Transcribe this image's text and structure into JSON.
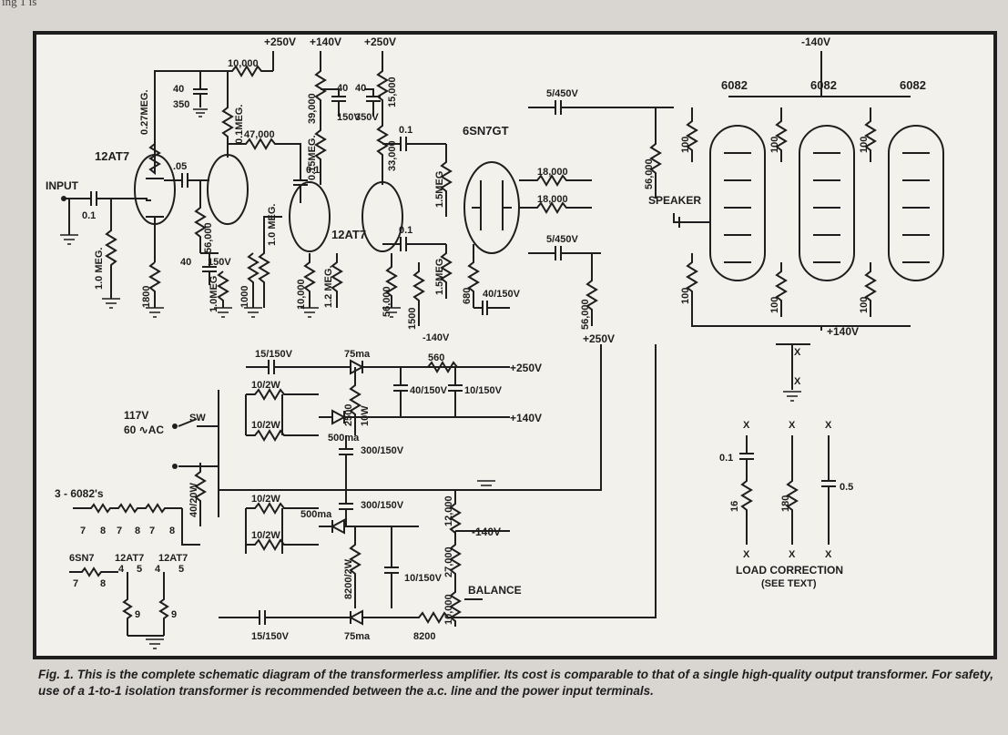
{
  "figure": {
    "caption": "Fig. 1. This is the complete schematic diagram of the transformerless amplifier. Its cost is comparable to that of a single high-quality output transformer. For safety, use of a 1-to-1 isolation transformer is recommended between the a.c. line and the power input terminals.",
    "header_fragment": "ing 1 is"
  },
  "background_text": {
    "left_column": "",
    "right_column": ""
  },
  "tubes": {
    "t1": "12AT7",
    "t2": "12AT7",
    "t3": "6SN7GT",
    "out1": "6082",
    "out2": "6082",
    "out3": "6082"
  },
  "supply_labels": {
    "b250_a": "+250V",
    "b140_a": "+140V",
    "b250_b": "+250V",
    "m140_top": "-140V",
    "b250_out": "+250V",
    "b140_out": "+140V",
    "m140_mid": "-140V",
    "ps_250": "+250V",
    "ps_140": "+140V",
    "ps_m140": "-140V"
  },
  "components": {
    "c_in": "0.1",
    "r_grid": "1.0 MEG.",
    "r_k1": "1800",
    "r_p1": "0.27MEG.",
    "c_dec1": "40",
    "c_dec1_v": "350",
    "c_couple1": ".05",
    "r_10000": "10,000",
    "r_01meg": "0.1MEG.",
    "r_47000": "47,000",
    "c_01a": "0.1",
    "r_56000": "56,000",
    "c_40_150": "40",
    "c_40_150v": "150V",
    "r_1meg_b": "1.0MEG",
    "r_1000": "1000",
    "r_39000": "39,000",
    "c_40b": "40",
    "c_40b_v": "150V",
    "r_015meg": "0.15MEG.",
    "r_10meg": "1.0 MEG.",
    "r_10000b": "10,000",
    "r_12meg": "1.2 MEG.",
    "c_40c": "40",
    "c_40c_v": "350V",
    "r_15000": "15,000",
    "r_33000": "33,000",
    "c_01b": "0.1",
    "c_01c": "0.1",
    "r_56000b": "56,000",
    "r_1500": "1500",
    "r_15meg_a": "1.5MEG",
    "r_15meg_b": "1.5MEG",
    "r_680": "680",
    "c_40_150c": "40/150V",
    "r_18000a": "18,000",
    "r_18000b": "18,000",
    "c_5_450a": "5/450V",
    "c_5_450b": "5/450V",
    "r_56000c": "56,000",
    "r_56000d": "56,000",
    "r_100a": "100",
    "r_100b": "100",
    "r_100c": "100",
    "r_100d": "100",
    "r_100e": "100",
    "r_100f": "100"
  },
  "speaker": {
    "label": "SPEAKER"
  },
  "power_supply": {
    "line": "117V",
    "line2": "60 ∿AC",
    "sw": "SW",
    "c_15_150a": "15/150V",
    "d_75ma_a": "75ma",
    "r_560": "560",
    "r_10_2w_a": "10/2W",
    "r_10_2w_b": "10/2W",
    "r_2500": "2500",
    "r_10w": "10W",
    "d_500ma_a": "500ma",
    "c_40_150ps": "40/150V",
    "c_10_150a": "10/150V",
    "c_300_150a": "300/150V",
    "c_300_150b": "300/150V",
    "r_40_20w": "40/20W",
    "r_10_2w_c": "10/2W",
    "r_10_2w_d": "10/2W",
    "d_500ma_b": "500ma",
    "r_8200_2w": "8200/2W",
    "c_10_150b": "10/150V",
    "r_12000": "12,000",
    "r_27000": "27,000",
    "r_10000": "10,000",
    "balance": "BALANCE",
    "c_15_150b": "15/150V",
    "d_75ma_b": "75ma",
    "r_8200": "8200",
    "heaters": "3 - 6082's",
    "h_6sn7": "6SN7",
    "h_12at7a": "12AT7",
    "h_12at7b": "12AT7",
    "pins_a": [
      "7",
      "8",
      "7",
      "8",
      "7",
      "8"
    ],
    "pins_b": [
      "7",
      "8",
      "4",
      "5",
      "4",
      "5"
    ],
    "pins_c": [
      "9",
      "9"
    ]
  },
  "load_correction": {
    "title": "LOAD CORRECTION",
    "note": "(SEE TEXT)",
    "c1": "0.1",
    "r1": "16",
    "r2": "180",
    "c2": "0.5",
    "terminal": "X"
  },
  "input_label": "INPUT",
  "output_terminal": "X"
}
